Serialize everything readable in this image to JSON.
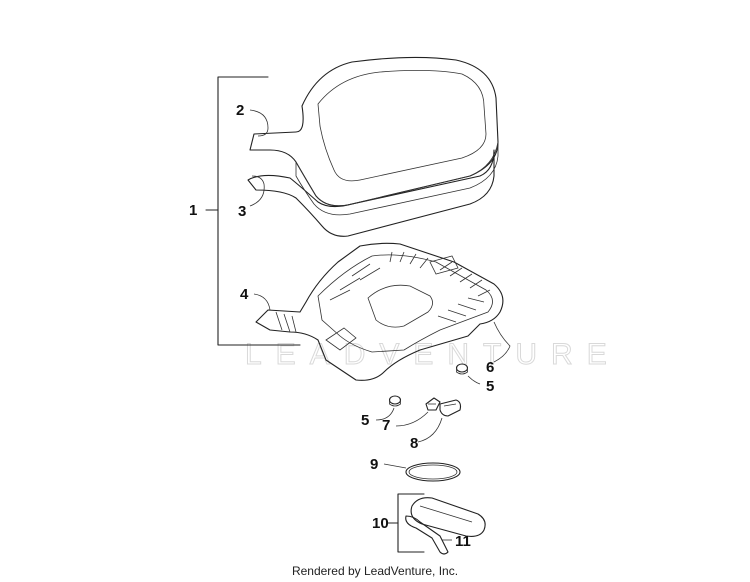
{
  "callouts": {
    "c1": "1",
    "c2": "2",
    "c3": "3",
    "c4": "4",
    "c5a": "5",
    "c5b": "5",
    "c6": "6",
    "c7": "7",
    "c8": "8",
    "c9": "9",
    "c10": "10",
    "c11": "11"
  },
  "watermark": "LEADVENTURE",
  "footer": "Rendered by LeadVenture, Inc."
}
